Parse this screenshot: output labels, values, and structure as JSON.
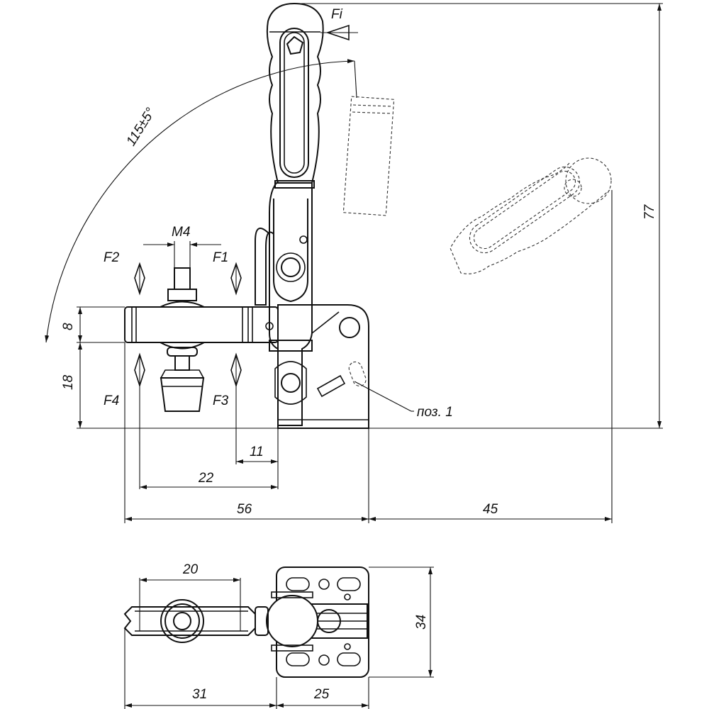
{
  "labels": {
    "force_input": "Fi",
    "angle": "115±5°",
    "thread": "M4",
    "force_1": "F1",
    "force_2": "F2",
    "force_3": "F3",
    "force_4": "F4",
    "position_ref": "поз. 1"
  },
  "dimensions": {
    "bar_thickness": "8",
    "spindle_height": "18",
    "total_height": "77",
    "offset_11": "11",
    "offset_22": "22",
    "length_56": "56",
    "length_45": "45",
    "top_20": "20",
    "top_34": "34",
    "top_31": "31",
    "top_25": "25"
  }
}
